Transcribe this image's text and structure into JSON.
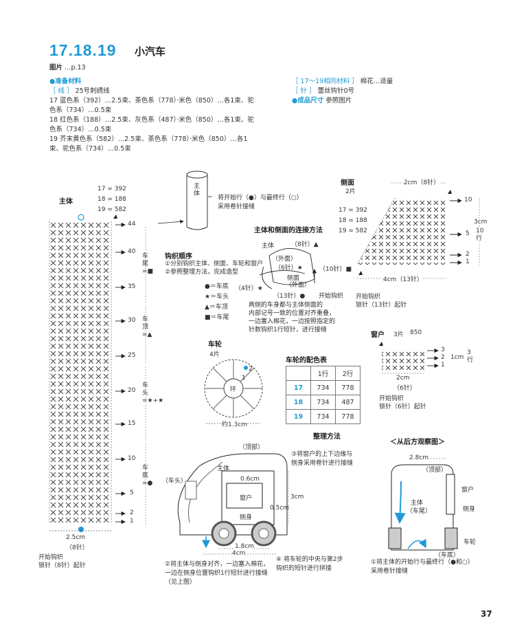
{
  "title": {
    "number": "17.18.19",
    "name": "小汽车"
  },
  "photo_ref": {
    "label": "图片",
    "page": "…p.13"
  },
  "materials": {
    "heading": "准备材料",
    "yarn_label": "［ 线 ］",
    "yarn": "25号刺绣线",
    "line17": "17  蓝色系（392）…2.5束、茶色系（778）·米色（850）…各1束、驼",
    "line17b": "色系（734）…0.5束",
    "line18": "18  红色系（188）…2.5束、灰色系（487）·米色（850）…各1束、驼",
    "line18b": "色系（734）…0.5束",
    "line19": "19  芥末黄色系（582）…2.5束、茶色系（778）·米色（850）…各1",
    "line19b": "束、驼色系（734）…0.5束",
    "common_label": "［ 17～19相同材料 ］",
    "common": "棉花…适量",
    "needle_label": "［ 针 ］",
    "needle": "蕾丝钩针0号",
    "size_label": "成品尺寸",
    "size": "参照图片"
  },
  "main_body": {
    "label": "主体",
    "colors": [
      "17 = 392",
      "18 = 188",
      "19 = 582"
    ],
    "width": "2.5cm",
    "stitches": "（8针）",
    "start": "开始钩织",
    "chain": "锁针（8针）起针",
    "row_marks": [
      "44",
      "40",
      "35",
      "30",
      "25",
      "20",
      "15",
      "10",
      "5",
      "2",
      "1"
    ],
    "section_rear": "车尾=■",
    "section_top": "车顶=▲",
    "section_front": "车头=★+★",
    "section_bottom": "车底=●"
  },
  "roll_note": {
    "line1": "将开始行（●）与最终行（○）",
    "line2": "采用卷针接缝",
    "roll_label": "主体"
  },
  "order": {
    "heading": "钩织顺序",
    "step1": "①分别钩织主体、侧面、车轮和窗户",
    "step2": "②参照整理方法，完成造型",
    "legend": [
      "●＝车底",
      "★＝车头",
      "▲＝车顶",
      "■＝车尾"
    ]
  },
  "connect": {
    "heading": "主体和侧面的连接方法",
    "body": "主体",
    "outer": "外面",
    "side": "侧面",
    "outer2": "（外面）",
    "s8": "（8针）▲",
    "s6": "（6针）★",
    "s10": "（10针）■",
    "s4": "（4针）★",
    "s13": "（13针）●",
    "start": "开始钩织",
    "note1": "两侧的车身都与主体侧面的",
    "note2": "内部记号一致的位置对齐重叠，",
    "note3": "一边塞入棉花，一边按照指定的",
    "note4": "针数钩织1行短针，进行接缝"
  },
  "side_panel": {
    "label": "侧面",
    "count": "2片",
    "colors": [
      "17 = 392",
      "18 = 188",
      "19 = 582"
    ],
    "top_width": "2cm（8针）",
    "height": "3cm",
    "height_rows": "10行",
    "bottom_width": "4cm（13针）",
    "start": "开始钩织",
    "chain": "锁针（13针）起针",
    "row_marks": [
      "10",
      "5",
      "2",
      "1"
    ]
  },
  "window": {
    "label": "窗户",
    "count": "3片",
    "color": "850",
    "height": "1cm",
    "rows": "3行",
    "width": "2cm",
    "stitches": "（6针）",
    "start": "开始钩织",
    "chain": "锁针（6针）起针",
    "row_marks": [
      "3",
      "2",
      "1"
    ]
  },
  "wheel": {
    "label": "车轮",
    "count": "4片",
    "center": "环",
    "diameter": "约1.3cm",
    "row_marks": [
      "2",
      "1"
    ]
  },
  "wheel_colors": {
    "heading": "车轮的配色表",
    "cols": [
      "1行",
      "2行"
    ],
    "rows": [
      {
        "id": "17",
        "r1": "734",
        "r2": "778"
      },
      {
        "id": "18",
        "r1": "734",
        "r2": "487"
      },
      {
        "id": "19",
        "r1": "734",
        "r2": "778"
      }
    ]
  },
  "assembly": {
    "heading": "整理方法",
    "roof": "（顶部）",
    "body": "主体",
    "front": "（车头）",
    "window": "窗户",
    "side": "侧身",
    "d06": "0.6cm",
    "d05": "0.5cm",
    "d3": "3cm",
    "d18": "1.8cm",
    "d4": "4cm",
    "step3a": "③将窗户的上下边缘与",
    "step3b": "侧身采用卷针进行接缝",
    "step2a": "②将主体与侧身对齐，一边塞入棉花，",
    "step2b": "一边在侧身位置钩织1行短针进行接缝",
    "step2c": "（见上图）",
    "step4a": "④ 将车轮的中央与第2步",
    "step4b": "钩织的短针进行拼接"
  },
  "rear_view": {
    "heading": "＜从后方观察图＞",
    "width": "2.8cm",
    "roof": "（顶部）",
    "body": "主体",
    "rear": "（车尾）",
    "window": "窗户",
    "side": "侧身",
    "wheel": "车轮",
    "bottom": "（车底）",
    "step1a": "①将主体的开始行与最终行（●和○）",
    "step1b": "采用卷针接缝"
  },
  "page_number": "37",
  "accent_color": "#1e9ad6"
}
